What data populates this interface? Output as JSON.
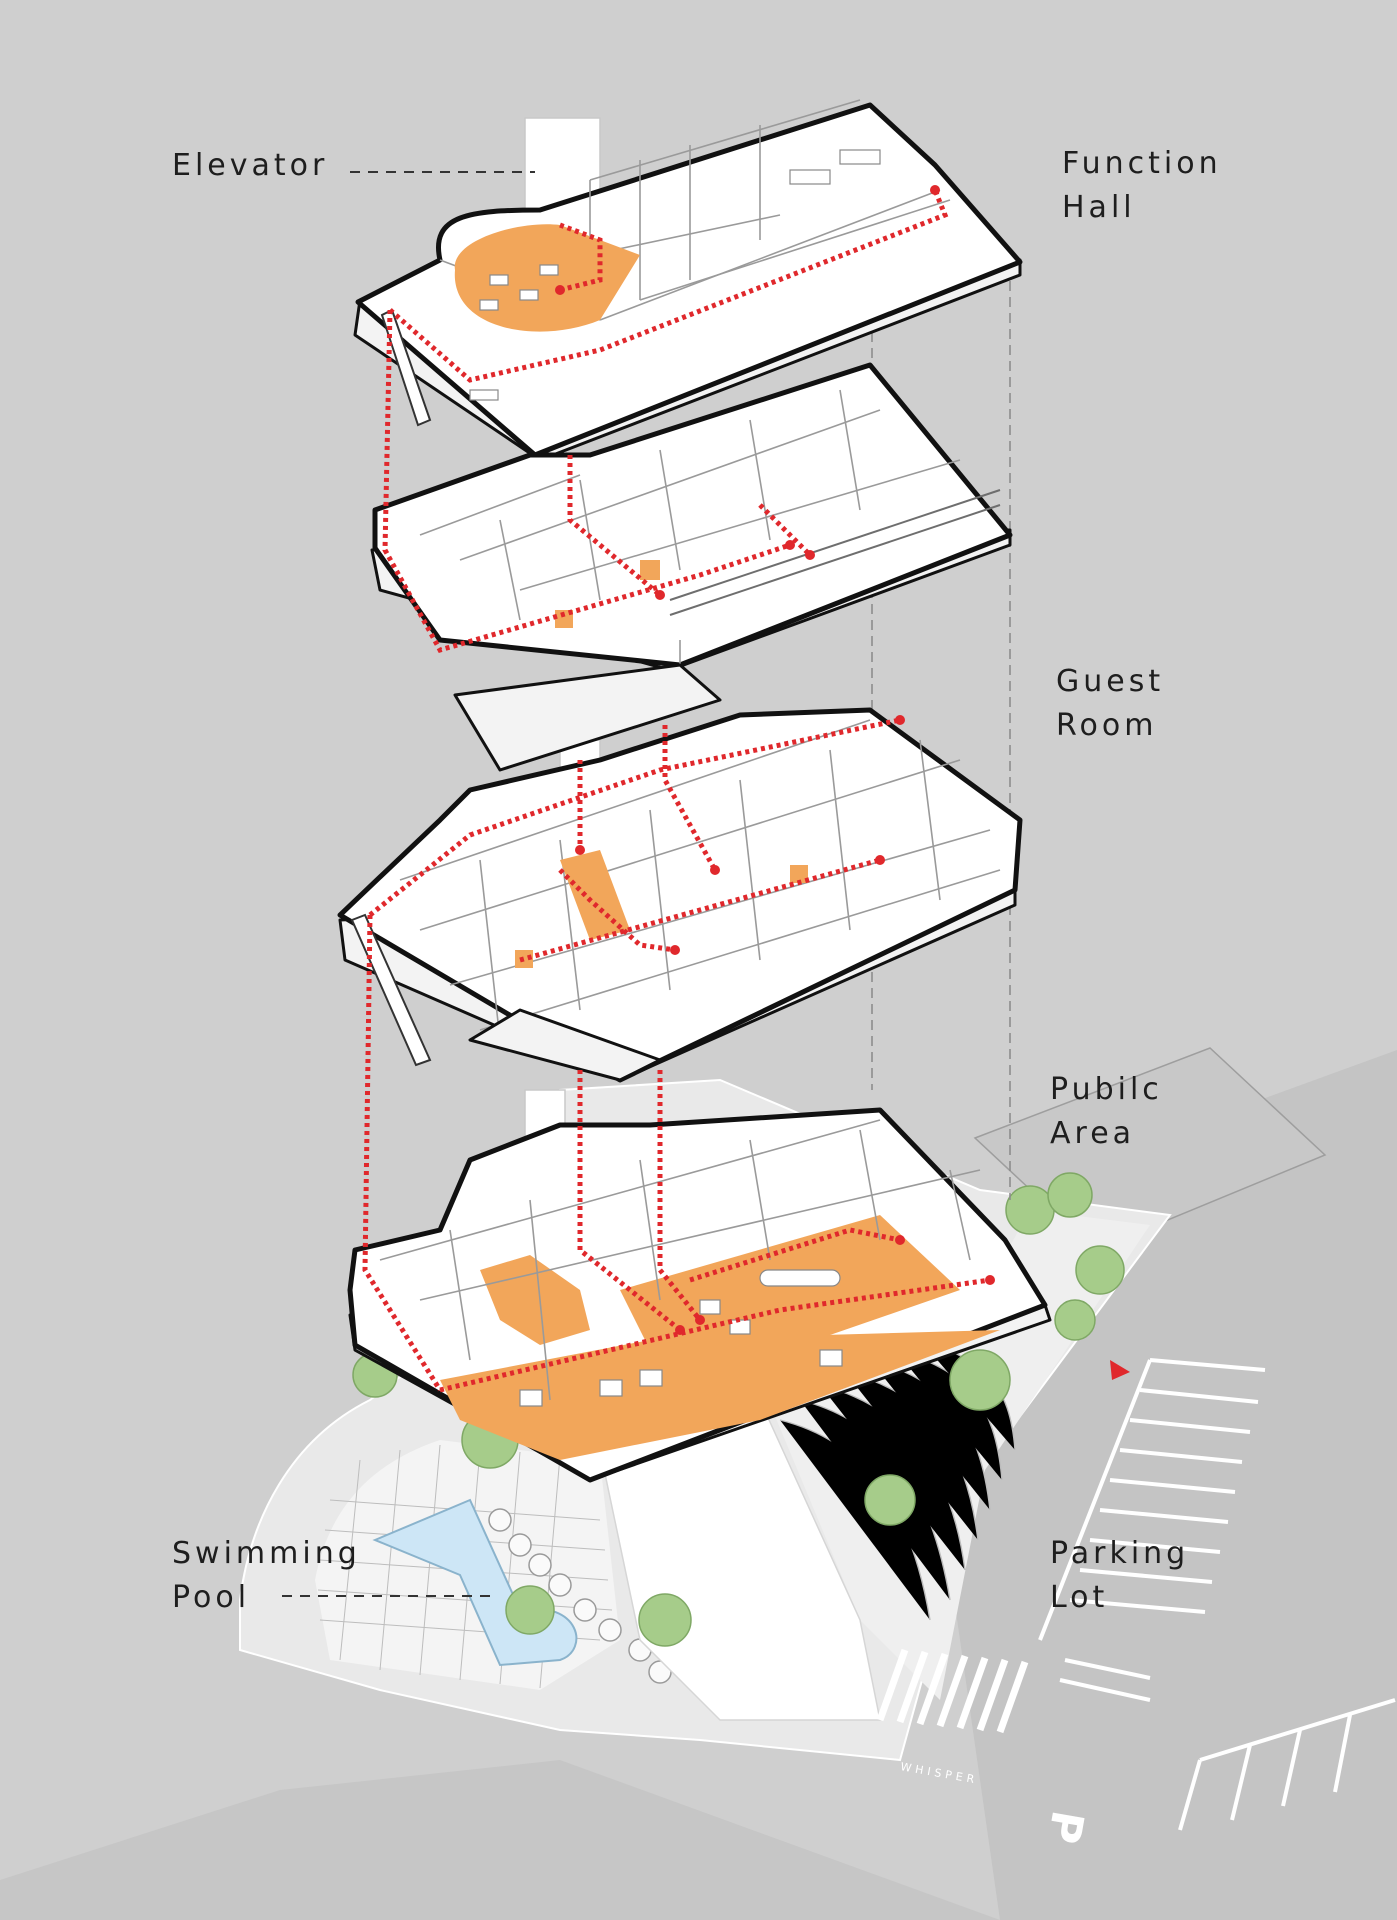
{
  "labels": {
    "elevator": [
      "Elevator"
    ],
    "function_hall": [
      "Function",
      "Hall"
    ],
    "guest_room": [
      "Guest",
      "Room"
    ],
    "public_area": [
      "Pubilc",
      "Area"
    ],
    "swimming_pool": [
      "Swimming",
      "Pool"
    ],
    "parking_lot": [
      "Parking",
      "Lot"
    ]
  },
  "site_text": {
    "crosswalk_text": "WHISPER",
    "parking_symbol": "P"
  },
  "colors": {
    "background": "#cfcfcf",
    "route": "#e0282c",
    "highlight": "#f2a65a",
    "vegetation": "#a6cc8a",
    "pool": "#cde6f6"
  },
  "icons": {
    "route_direction": "red-triangle-icon",
    "tree": "tree-icon"
  }
}
